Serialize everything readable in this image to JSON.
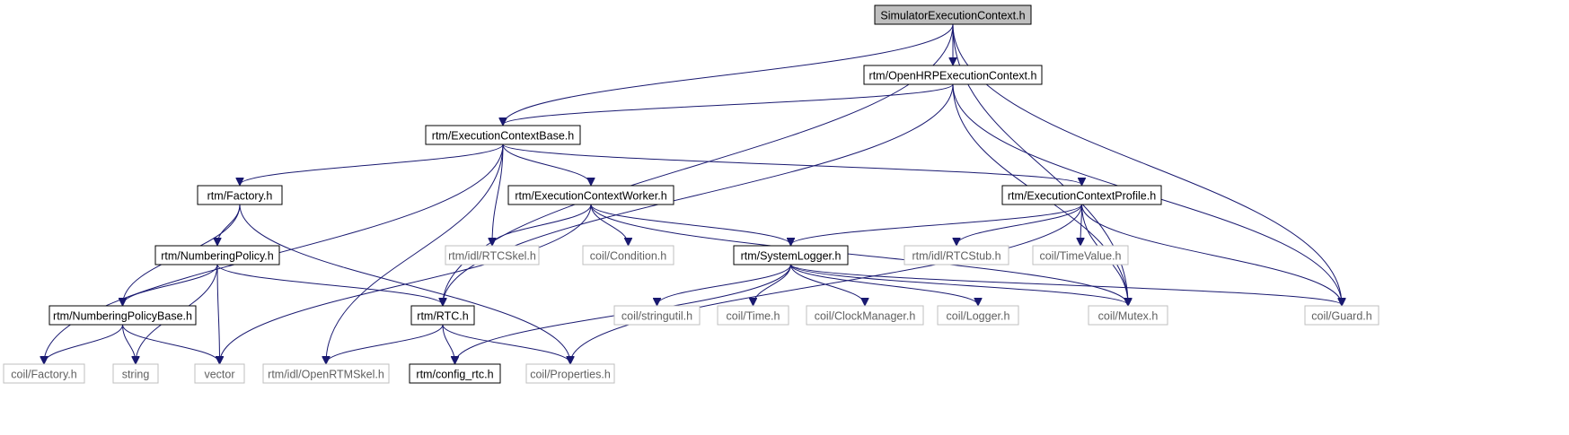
{
  "diagram": {
    "colors": {
      "edge": "#191970",
      "root_fill": "#bfbfbf",
      "root_stroke": "#000000",
      "documented_stroke": "#000000",
      "documented_text": "#000000",
      "external_stroke": "#bfbfbf",
      "external_text": "#606060"
    },
    "nodes": [
      {
        "id": "sim",
        "label": "SimulatorExecutionContext.h",
        "kind": "root"
      },
      {
        "id": "ohrp",
        "label": "rtm/OpenHRPExecutionContext.h",
        "kind": "documented"
      },
      {
        "id": "ecb",
        "label": "rtm/ExecutionContextBase.h",
        "kind": "documented"
      },
      {
        "id": "fac",
        "label": "rtm/Factory.h",
        "kind": "documented"
      },
      {
        "id": "ecw",
        "label": "rtm/ExecutionContextWorker.h",
        "kind": "documented"
      },
      {
        "id": "ecp",
        "label": "rtm/ExecutionContextProfile.h",
        "kind": "documented"
      },
      {
        "id": "nump",
        "label": "rtm/NumberingPolicy.h",
        "kind": "documented"
      },
      {
        "id": "rtcskel",
        "label": "rtm/idl/RTCSkel.h",
        "kind": "external"
      },
      {
        "id": "cond",
        "label": "coil/Condition.h",
        "kind": "external"
      },
      {
        "id": "slog",
        "label": "rtm/SystemLogger.h",
        "kind": "documented"
      },
      {
        "id": "rtcstub",
        "label": "rtm/idl/RTCStub.h",
        "kind": "external"
      },
      {
        "id": "tval",
        "label": "coil/TimeValue.h",
        "kind": "external"
      },
      {
        "id": "npb",
        "label": "rtm/NumberingPolicyBase.h",
        "kind": "documented"
      },
      {
        "id": "rtc",
        "label": "rtm/RTC.h",
        "kind": "documented"
      },
      {
        "id": "sutil",
        "label": "coil/stringutil.h",
        "kind": "external"
      },
      {
        "id": "time",
        "label": "coil/Time.h",
        "kind": "external"
      },
      {
        "id": "clk",
        "label": "coil/ClockManager.h",
        "kind": "external"
      },
      {
        "id": "logger",
        "label": "coil/Logger.h",
        "kind": "external"
      },
      {
        "id": "mutex",
        "label": "coil/Mutex.h",
        "kind": "external"
      },
      {
        "id": "guard",
        "label": "coil/Guard.h",
        "kind": "external"
      },
      {
        "id": "cfac",
        "label": "coil/Factory.h",
        "kind": "external"
      },
      {
        "id": "string",
        "label": "string",
        "kind": "external"
      },
      {
        "id": "vector",
        "label": "vector",
        "kind": "external"
      },
      {
        "id": "ortmskel",
        "label": "rtm/idl/OpenRTMSkel.h",
        "kind": "external"
      },
      {
        "id": "cfg",
        "label": "rtm/config_rtc.h",
        "kind": "documented"
      },
      {
        "id": "props",
        "label": "coil/Properties.h",
        "kind": "external"
      }
    ],
    "edges": [
      [
        "sim",
        "ohrp"
      ],
      [
        "sim",
        "ecb"
      ],
      [
        "sim",
        "rtc"
      ],
      [
        "sim",
        "mutex"
      ],
      [
        "sim",
        "guard"
      ],
      [
        "ohrp",
        "ecb"
      ],
      [
        "ohrp",
        "rtc"
      ],
      [
        "ohrp",
        "mutex"
      ],
      [
        "ohrp",
        "guard"
      ],
      [
        "ecb",
        "fac"
      ],
      [
        "ecb",
        "ecw"
      ],
      [
        "ecb",
        "ecp"
      ],
      [
        "ecb",
        "rtcskel"
      ],
      [
        "ecb",
        "ortmskel"
      ],
      [
        "ecb",
        "cfac"
      ],
      [
        "fac",
        "nump"
      ],
      [
        "fac",
        "npb"
      ],
      [
        "fac",
        "props"
      ],
      [
        "ecw",
        "rtcskel"
      ],
      [
        "ecw",
        "cond"
      ],
      [
        "ecw",
        "slog"
      ],
      [
        "ecw",
        "vector"
      ],
      [
        "ecw",
        "mutex"
      ],
      [
        "ecp",
        "slog"
      ],
      [
        "ecp",
        "rtcstub"
      ],
      [
        "ecp",
        "tval"
      ],
      [
        "ecp",
        "mutex"
      ],
      [
        "ecp",
        "guard"
      ],
      [
        "ecp",
        "props"
      ],
      [
        "nump",
        "npb"
      ],
      [
        "nump",
        "rtc"
      ],
      [
        "nump",
        "string"
      ],
      [
        "nump",
        "vector"
      ],
      [
        "slog",
        "sutil"
      ],
      [
        "slog",
        "time"
      ],
      [
        "slog",
        "clk"
      ],
      [
        "slog",
        "logger"
      ],
      [
        "slog",
        "mutex"
      ],
      [
        "slog",
        "guard"
      ],
      [
        "slog",
        "cfg"
      ],
      [
        "npb",
        "cfac"
      ],
      [
        "npb",
        "string"
      ],
      [
        "npb",
        "vector"
      ],
      [
        "rtc",
        "ortmskel"
      ],
      [
        "rtc",
        "cfg"
      ],
      [
        "rtc",
        "props"
      ]
    ]
  }
}
